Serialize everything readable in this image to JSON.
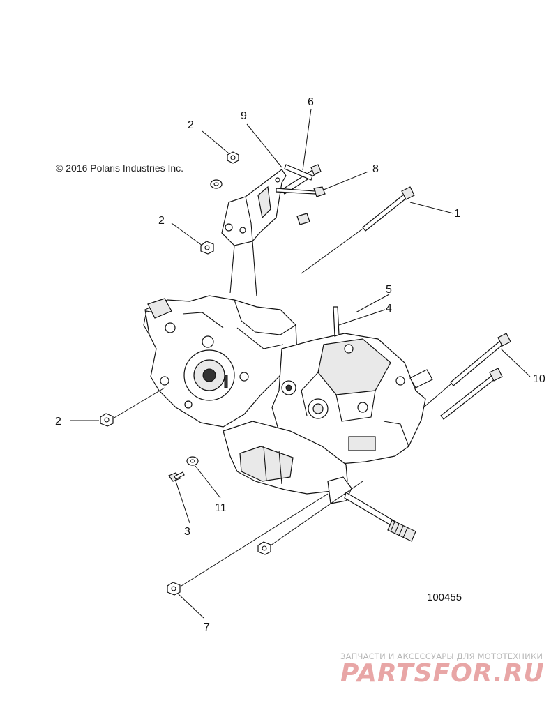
{
  "copyright": "© 2016 Polaris Industries Inc.",
  "diagram_id": "100455",
  "callouts": [
    {
      "id": "1",
      "label": "1"
    },
    {
      "id": "2a",
      "label": "2"
    },
    {
      "id": "2b",
      "label": "2"
    },
    {
      "id": "2c",
      "label": "2"
    },
    {
      "id": "3",
      "label": "3"
    },
    {
      "id": "4",
      "label": "4"
    },
    {
      "id": "5",
      "label": "5"
    },
    {
      "id": "6",
      "label": "6"
    },
    {
      "id": "7",
      "label": "7"
    },
    {
      "id": "8",
      "label": "8"
    },
    {
      "id": "9",
      "label": "9"
    },
    {
      "id": "10",
      "label": "10"
    },
    {
      "id": "11",
      "label": "11"
    }
  ],
  "watermark": {
    "subtitle": "ЗАПЧАСТИ И АКСЕССУАРЫ ДЛЯ МОТОТЕХНИКИ",
    "logo": "PARTSFOR.RU"
  }
}
